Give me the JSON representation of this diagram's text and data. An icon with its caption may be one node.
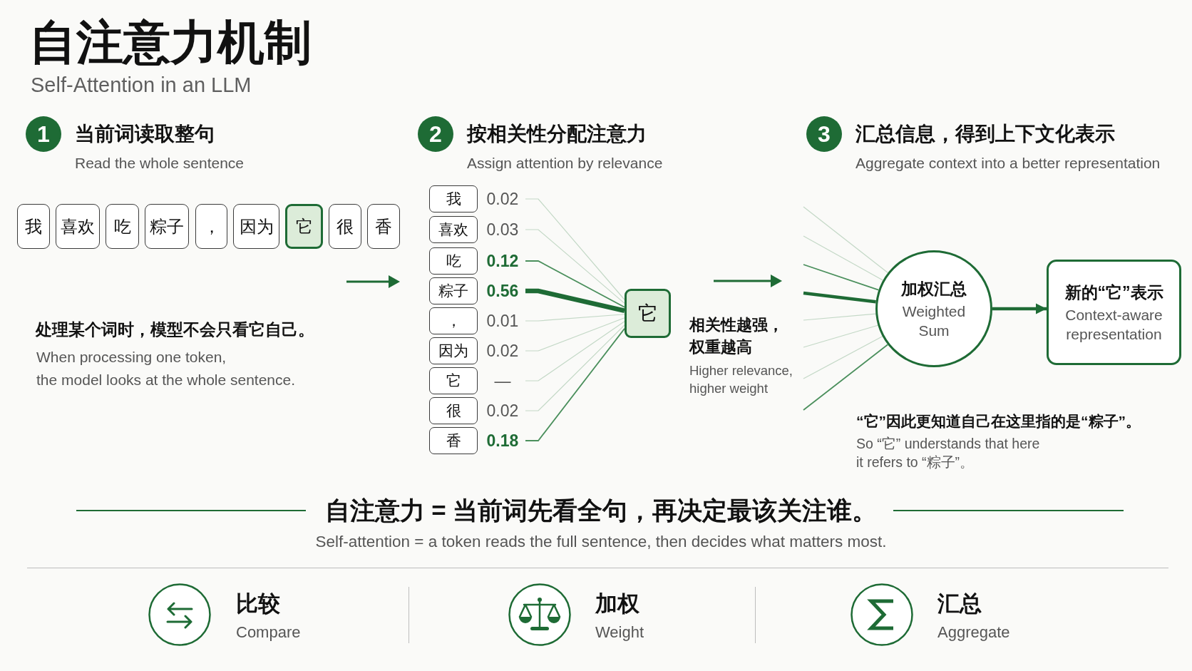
{
  "diagram": {
    "title": "自注意力机制",
    "nodes": [
      {
        "text": [
          "1"
        ],
        "beside": [
          "当前词读取整句",
          "Read the whole sentence"
        ]
      },
      {
        "text": [
          "我"
        ]
      },
      {
        "text": [
          "喜欢"
        ]
      },
      {
        "text": [
          "吃"
        ]
      },
      {
        "text": [
          "粽子"
        ]
      },
      {
        "text": [
          "，"
        ]
      },
      {
        "text": [
          "因为"
        ]
      },
      {
        "text": [
          "它"
        ]
      },
      {
        "text": [
          "很"
        ]
      },
      {
        "text": [
          "香"
        ]
      },
      {
        "text": [
          "2"
        ],
        "beside": [
          "按相关性分配注意力",
          "Assign attention by relevance"
        ]
      },
      {
        "text": [
          "我"
        ],
        "beside": [
          "0.02"
        ]
      },
      {
        "text": [
          "喜欢"
        ],
        "beside": [
          "0.03"
        ]
      },
      {
        "text": [
          "吃"
        ],
        "beside": [
          "0.12"
        ]
      },
      {
        "text": [
          "粽子"
        ],
        "beside": [
          "0.56"
        ]
      },
      {
        "text": [
          "，"
        ],
        "beside": [
          "0.01"
        ]
      },
      {
        "text": [
          "因为"
        ],
        "beside": [
          "0.02"
        ]
      },
      {
        "text": [
          "它"
        ],
        "beside": [
          "—"
        ]
      },
      {
        "text": [
          "很"
        ],
        "beside": [
          "0.02"
        ]
      },
      {
        "text": [
          "香"
        ],
        "beside": [
          "0.18"
        ]
      },
      {
        "text": [
          "它"
        ]
      },
      {
        "text": [
          "3"
        ],
        "beside": [
          "汇总信息，得到上下文化表示",
          "Aggregate context into a better representation"
        ]
      },
      {
        "text": [
          "加权汇总",
          "Weighted Sum"
        ]
      },
      {
        "text": [
          "新的“它”表示",
          "Context-aware representation"
        ]
      }
    ],
    "edges": [
      {
        "from": 11,
        "to": 20,
        "arrow": "none"
      },
      {
        "from": 12,
        "to": 20,
        "arrow": "none"
      },
      {
        "from": 13,
        "to": 20,
        "arrow": "none",
        "color": "#4a8f5c"
      },
      {
        "from": 14,
        "to": 20,
        "arrow": "none",
        "style": "thick",
        "color": "#1e6b35"
      },
      {
        "from": 15,
        "to": 20,
        "arrow": "none"
      },
      {
        "from": 16,
        "to": 20,
        "arrow": "none"
      },
      {
        "from": 17,
        "to": 20,
        "arrow": "none"
      },
      {
        "from": 18,
        "to": 20,
        "arrow": "none"
      },
      {
        "from": 19,
        "to": 20,
        "arrow": "none",
        "color": "#4a8f5c"
      },
      {
        "from": null,
        "to": 22,
        "arrow": "none"
      },
      {
        "from": null,
        "to": 22,
        "arrow": "none"
      },
      {
        "from": null,
        "to": 22,
        "arrow": "none",
        "color": "#4a8f5c"
      },
      {
        "from": null,
        "to": 22,
        "arrow": "none",
        "style": "thick",
        "color": "#1e6b35"
      },
      {
        "from": null,
        "to": 22,
        "arrow": "none"
      },
      {
        "from": null,
        "to": 22,
        "arrow": "none"
      },
      {
        "from": null,
        "to": 22,
        "arrow": "none"
      },
      {
        "from": null,
        "to": 22,
        "arrow": "none",
        "color": "#4a8f5c"
      },
      {
        "from": 22,
        "to": 23,
        "arrow": "to",
        "style": "thick",
        "color": "#1e6b35"
      }
    ],
    "labels": [
      "Self-Attention in an LLM",
      "处理某个词时，模型不会只看它自己。",
      "When processing one token, the model looks at the whole sentence.",
      "相关性越强，权重越高",
      "Higher relevance, higher weight",
      "“它”因此更知道自己在这里指的是“粽子”。",
      "So “它” understands that here it refers to “粽子”。",
      "自注意力 = 当前词先看全句，再决定最该关注谁。",
      "Self-attention = a token reads the full sentence, then decides what matters most.",
      "比较",
      "Compare",
      "加权",
      "Weight",
      "汇总",
      "Aggregate"
    ]
  }
}
